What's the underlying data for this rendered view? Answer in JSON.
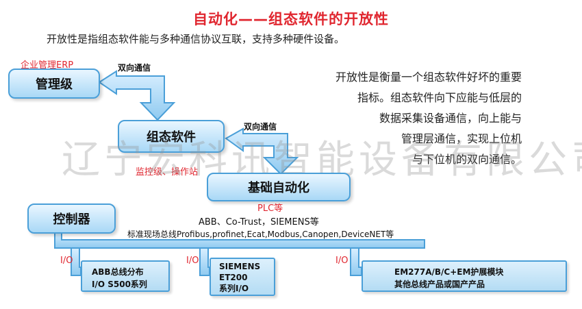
{
  "title": "自动化——组态软件的开放性",
  "intro": "开放性是指组态软件能与多种通信协议互联，支持多种硬件设备。",
  "nodes": {
    "management": {
      "label": "管理级",
      "above": "企业管理ERP"
    },
    "config": {
      "label": "组态软件",
      "below": "监控级、操作站"
    },
    "basic": {
      "label": "基础自动化",
      "below": "PLC等"
    },
    "controller": {
      "label": "控制器"
    }
  },
  "arrow_labels": {
    "top": "双向通信",
    "middle": "双向通信"
  },
  "paragraph": [
    "开放性是衡量一个组态软件好坏的重要",
    "指标。组态软件向下应能与低层的",
    "数据采集设备通信，向上能与",
    "管理层通信，实现上位机",
    "与下位机的双向通信。"
  ],
  "plc_brands": "ABB、Co-Trust，SIEMENS等",
  "bus_list": "标准现场总线Profibus,profinet,Ecat,Modbus,Canopen,DeviceNET等",
  "io_label": "I/O",
  "devices": [
    {
      "lines": [
        "ABB总线分布",
        "I/O S500系列"
      ]
    },
    {
      "lines": [
        "SIEMENS",
        "ET200",
        "系列I/O"
      ]
    },
    {
      "lines": [
        "EM277A/B/C+EM护展模块",
        "其他总线产品或国产产品"
      ]
    }
  ],
  "watermark": "辽宁宏科讯智能设备有限公司",
  "colors": {
    "accent_red": "#e0262f",
    "box_blue": "#4a9fd8",
    "box_fill": "#a9d8f6"
  }
}
